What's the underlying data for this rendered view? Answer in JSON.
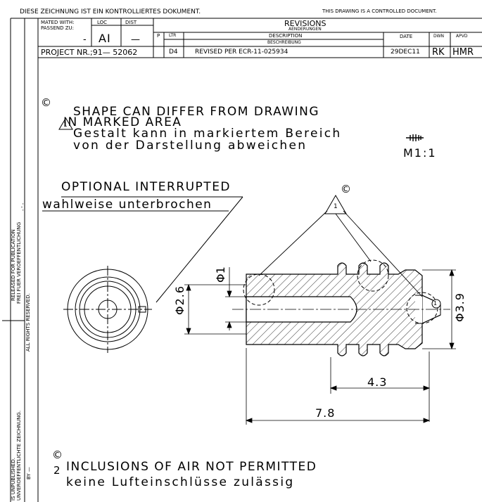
{
  "header": {
    "controlled_de": "DIESE ZEICHNUNG IST EIN KONTROLLIERTES DOKUMENT.",
    "controlled_en": "THIS DRAWING IS A CONTROLLED DOCUMENT."
  },
  "title_block": {
    "mated_with_label": "MATED WITH:",
    "mated_with_label_de": "PASSEND ZU:",
    "mated_with_value": "-",
    "loc_label": "LOC",
    "loc_value": "AI",
    "dist_label": "DIST",
    "dist_value": "—",
    "project_nr": "PROJECT NR.;91— 52062"
  },
  "revisions": {
    "title": "REVISIONS",
    "title_de": "AENDERUNGEN",
    "col_p": "P",
    "col_ltr": "LTR",
    "col_description": "DESCRIPTION",
    "col_description_de": "BESCHREIBUNG",
    "col_date": "DATE",
    "col_dwn": "DWN",
    "col_apvd": "APVD",
    "row": {
      "ltr": "D4",
      "description": "REVISED PER ECR-11-025934",
      "date": "29DEC11",
      "dwn": "RK",
      "apvd": "HMR"
    }
  },
  "side_margin": {
    "published": "RELEASED FOR PUBLICATION",
    "published_de": "FREI FUER VEROEFFENTLICHUNG",
    "rights": "ALL RIGHTS RESERVED.",
    "unpublished": "IS UNPUBLISHED.",
    "unpublished_de": "UNVEROEFFENTLICHTE ZEICHNUNG.",
    "by": "BY —",
    "tick_mark": "- ' -"
  },
  "notes": {
    "note1_marker": "©",
    "note1_num": "1",
    "note1_line1": "SHAPE CAN DIFFER FROM DRAWING",
    "note1_line2": "IN MARKED AREA",
    "note1_line3": "Gestalt kann in markiertem Bereich",
    "note1_line4": "von der Darstellung abweichen",
    "scale": "M1:1",
    "optional_en": "OPTIONAL INTERRUPTED",
    "optional_de": "wahlweise unterbrochen",
    "note2_marker": "©",
    "note2_num": "2",
    "note2_line1": "INCLUSIONS OF AIR NOT PERMITTED",
    "note2_line2": "keine Lufteinschlüsse zulässig"
  },
  "drawing": {
    "callout_marker": "©",
    "callout_num": "1",
    "dim_phi1": "Φ1",
    "dim_phi26": "Φ2.6",
    "dim_phi39": "Φ3.9",
    "dim_43": "4.3",
    "dim_78": "7.8",
    "circled_one": "1"
  }
}
